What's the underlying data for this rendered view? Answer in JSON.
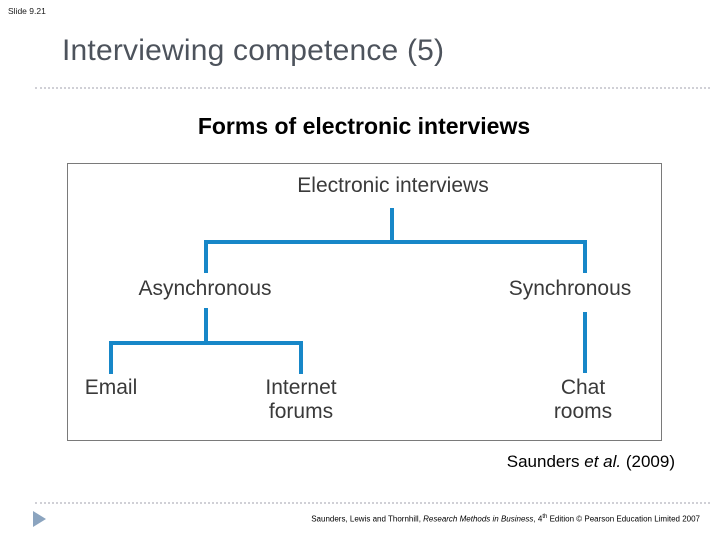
{
  "slide_number": "Slide 9.21",
  "title": "Interviewing competence (5)",
  "heading": "Forms of electronic interviews",
  "diagram": {
    "root": "Electronic interviews",
    "branch_left": "Asynchronous",
    "branch_right": "Synchronous",
    "leaf_email": "Email",
    "leaf_internet_forums": "Internet\nforums",
    "leaf_chat_rooms": "Chat\nrooms"
  },
  "citation": {
    "author": "Saunders ",
    "et_al": "et al.",
    "year": " (2009)"
  },
  "footer": {
    "authors": "Saunders, Lewis and Thornhill, ",
    "book_title": "Research Methods in Business",
    "edition_pre": ", 4",
    "edition_sup": "th",
    "rest": " Edition © Pearson Education Limited 2007"
  },
  "colors": {
    "line_blue": "#1787c8",
    "title_gray": "#4d535c",
    "diagram_text": "#3a3a3a",
    "triangle_blue": "#8ba4bf",
    "dotted_gray": "#d0d0d6",
    "box_border": "#7a7a7a"
  }
}
